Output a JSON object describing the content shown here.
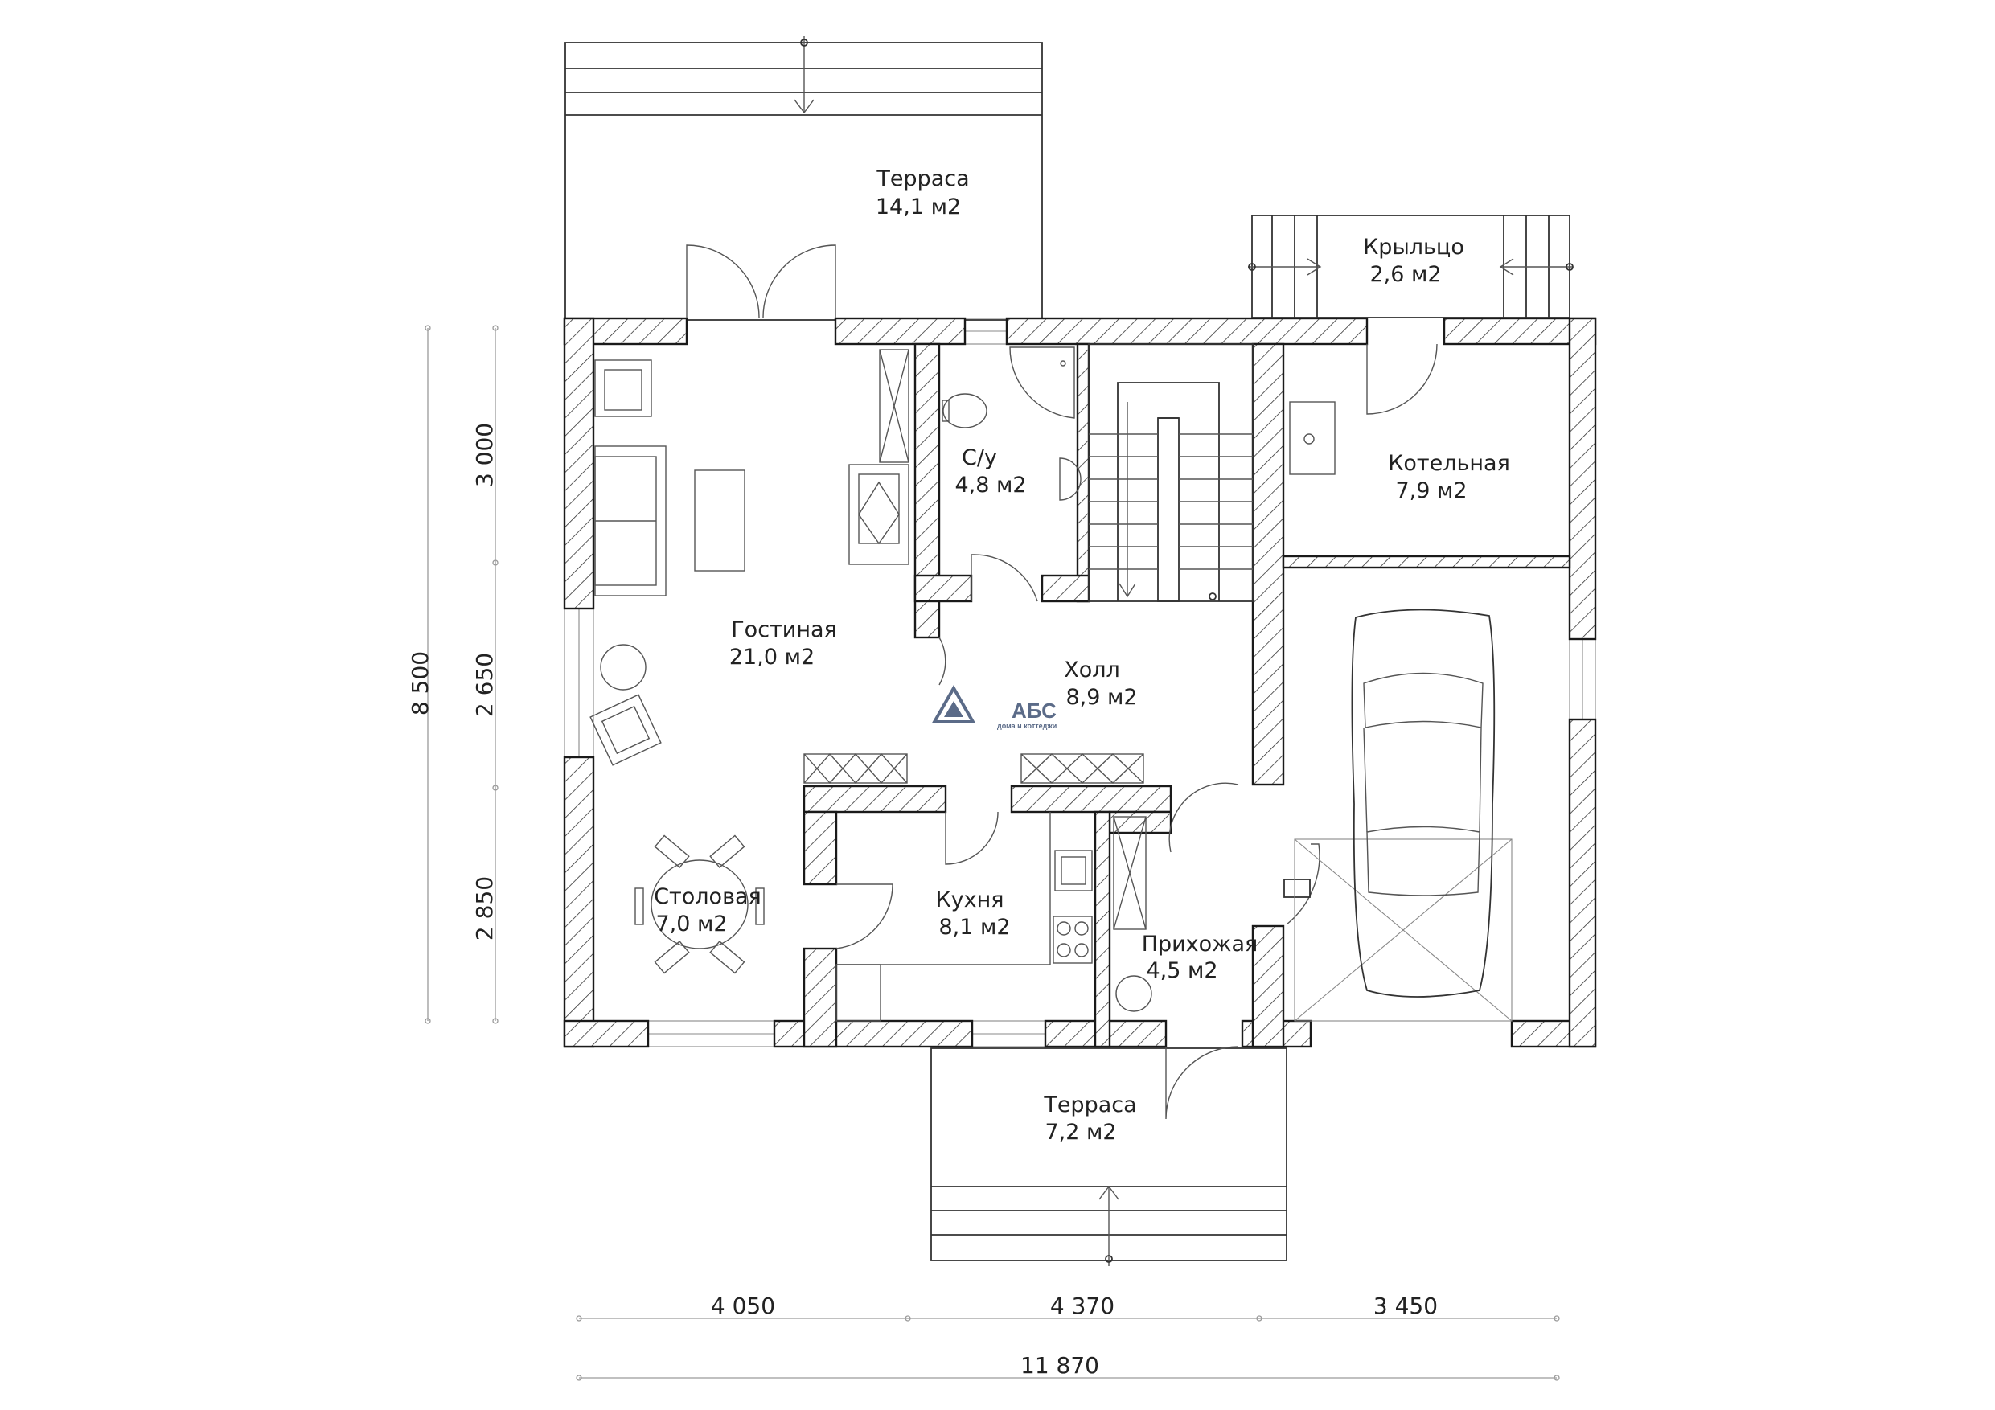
{
  "rooms": {
    "terrace_top": {
      "name": "Терраса",
      "area": "14,1 м2"
    },
    "porch": {
      "name": "Крыльцо",
      "area": "2,6 м2"
    },
    "bathroom": {
      "name": "С/у",
      "area": "4,8 м2"
    },
    "boiler": {
      "name": "Котельная",
      "area": "7,9 м2"
    },
    "living": {
      "name": "Гостиная",
      "area": "21,0 м2"
    },
    "hall": {
      "name": "Холл",
      "area": "8,9 м2"
    },
    "dining": {
      "name": "Столовая",
      "area": "7,0 м2"
    },
    "kitchen": {
      "name": "Кухня",
      "area": "8,1 м2"
    },
    "entrance": {
      "name": "Прихожая",
      "area": "4,5 м2"
    },
    "terrace_bottom": {
      "name": "Терраса",
      "area": "7,2 м2"
    }
  },
  "dimensions": {
    "vertical_total": "8 500",
    "vertical_segments": [
      "3 000",
      "2 650",
      "2 850"
    ],
    "horizontal_segments": [
      "4 050",
      "4 370",
      "3 450"
    ],
    "horizontal_total": "11 870"
  },
  "logo": {
    "name": "АБС",
    "tagline": "дома и коттеджи"
  },
  "colors": {
    "lines": "#1a1a1a",
    "background": "#ffffff",
    "dimension_lines": "#9a9a9a"
  }
}
